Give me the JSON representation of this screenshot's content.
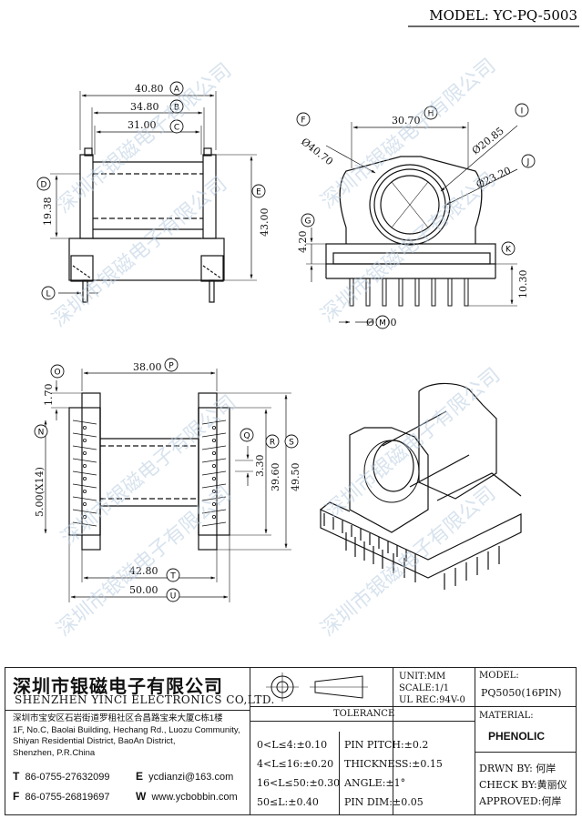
{
  "header": {
    "model_label": "MODEL: YC-PQ-5003"
  },
  "watermark": {
    "text": "深圳市银磁电子有限公司"
  },
  "dimensions": {
    "A": "40.80",
    "B": "34.80",
    "C": "31.00",
    "D": "19.38",
    "E": "43.00",
    "F": "Ø40.70",
    "G": "4.20",
    "H": "30.70",
    "I": "Ø20.85",
    "J": "Ø23.20",
    "K": "10.30",
    "M": "Ø1.00",
    "O": "1.70",
    "P": "38.00",
    "N": "5.00(X14)",
    "Q": "3.30",
    "R": "39.60",
    "S": "49.50",
    "T": "42.80",
    "U": "50.00"
  },
  "dimension_letters": [
    "A",
    "B",
    "C",
    "D",
    "E",
    "F",
    "G",
    "H",
    "I",
    "J",
    "K",
    "L",
    "M",
    "N",
    "O",
    "P",
    "Q",
    "R",
    "S",
    "T",
    "U"
  ],
  "company": {
    "name_cn": "深圳市银磁电子有限公司",
    "name_en": "SHENZHEN YINCI ELECTRONICS CO,LTD.",
    "address_lines": [
      "深圳市宝安区石岩街道罗租社区合昌路宝来大厦C栋1楼",
      "1F, No.C, Baolai Building, Hechang Rd., Luozu Community,",
      "Shiyan Residential District, BaoAn District,",
      "Shenzhen, P.R.China"
    ],
    "tel_label": "T",
    "tel": "86-0755-27632099",
    "fax_label": "F",
    "fax": "86-0755-26819697",
    "email_label": "E",
    "email": "ycdianzi@163.com",
    "web_label": "W",
    "web": "www.ycbobbin.com"
  },
  "specs": {
    "unit": "UNIT:MM",
    "scale": "SCALE:1/1",
    "ul": "UL REC:94V-0"
  },
  "model_box": {
    "label": "MODEL:",
    "value": "PQ5050(16PIN)"
  },
  "tolerance": {
    "title": "TOLERANCE",
    "left": [
      "0<L≤4:±0.10",
      "4<L≤16:±0.20",
      "16<L≤50:±0.30",
      "50≤L:±0.40"
    ],
    "right": [
      "PIN PITCH:±0.2",
      "THICKNESS:±0.15",
      "ANGLE:±1°",
      "PIN DIM:±0.05"
    ]
  },
  "material": {
    "label": "MATERIAL:",
    "value": "PHENOLIC"
  },
  "approvals": {
    "drawn": "DRWN BY: 何岸",
    "check": "CHECK BY:黄丽仪",
    "approved": "APPROVED:何岸"
  }
}
